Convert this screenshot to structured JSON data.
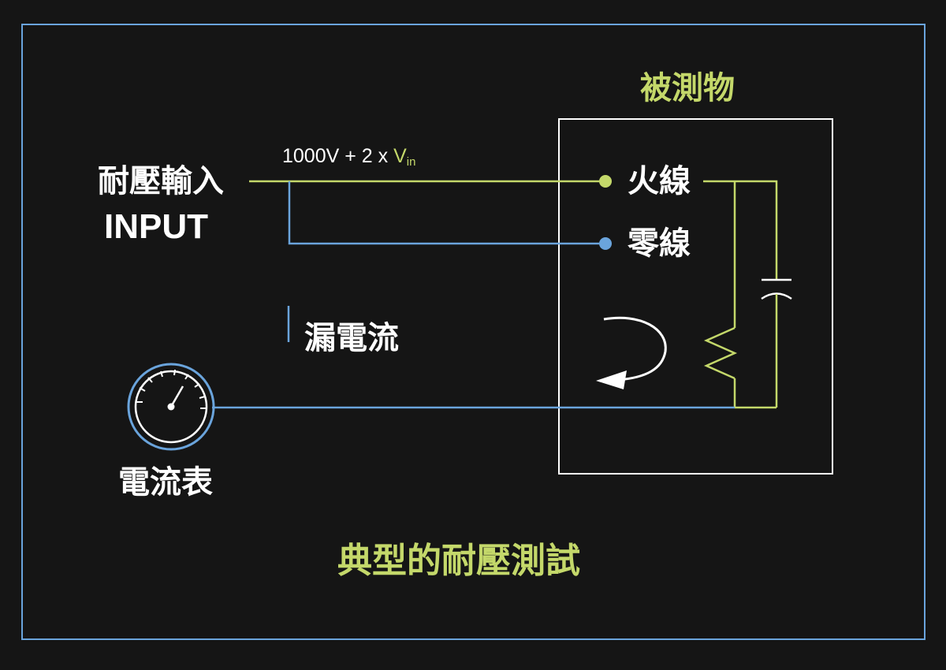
{
  "colors": {
    "background": "#151515",
    "frame": "#6aa4dc",
    "live_wire": "#c4d86a",
    "neutral_wire": "#6aa4dc",
    "dut_box": "#ffffff",
    "text": "#ffffff",
    "title": "#c4d86a"
  },
  "labels": {
    "input_cn": "耐壓輸入",
    "input_en": "INPUT",
    "formula_base": "1000V + 2 x ",
    "formula_v": "V",
    "formula_sub": "in",
    "dut_title": "被測物",
    "live": "火線",
    "neutral": "零線",
    "leakage": "漏電流",
    "ammeter": "電流表",
    "caption": "典型的耐壓測試"
  },
  "icons": {
    "ammeter": "gauge-icon",
    "current_flow": "curved-arrow-icon",
    "capacitor": "capacitor-symbol",
    "resistor": "resistor-symbol"
  }
}
